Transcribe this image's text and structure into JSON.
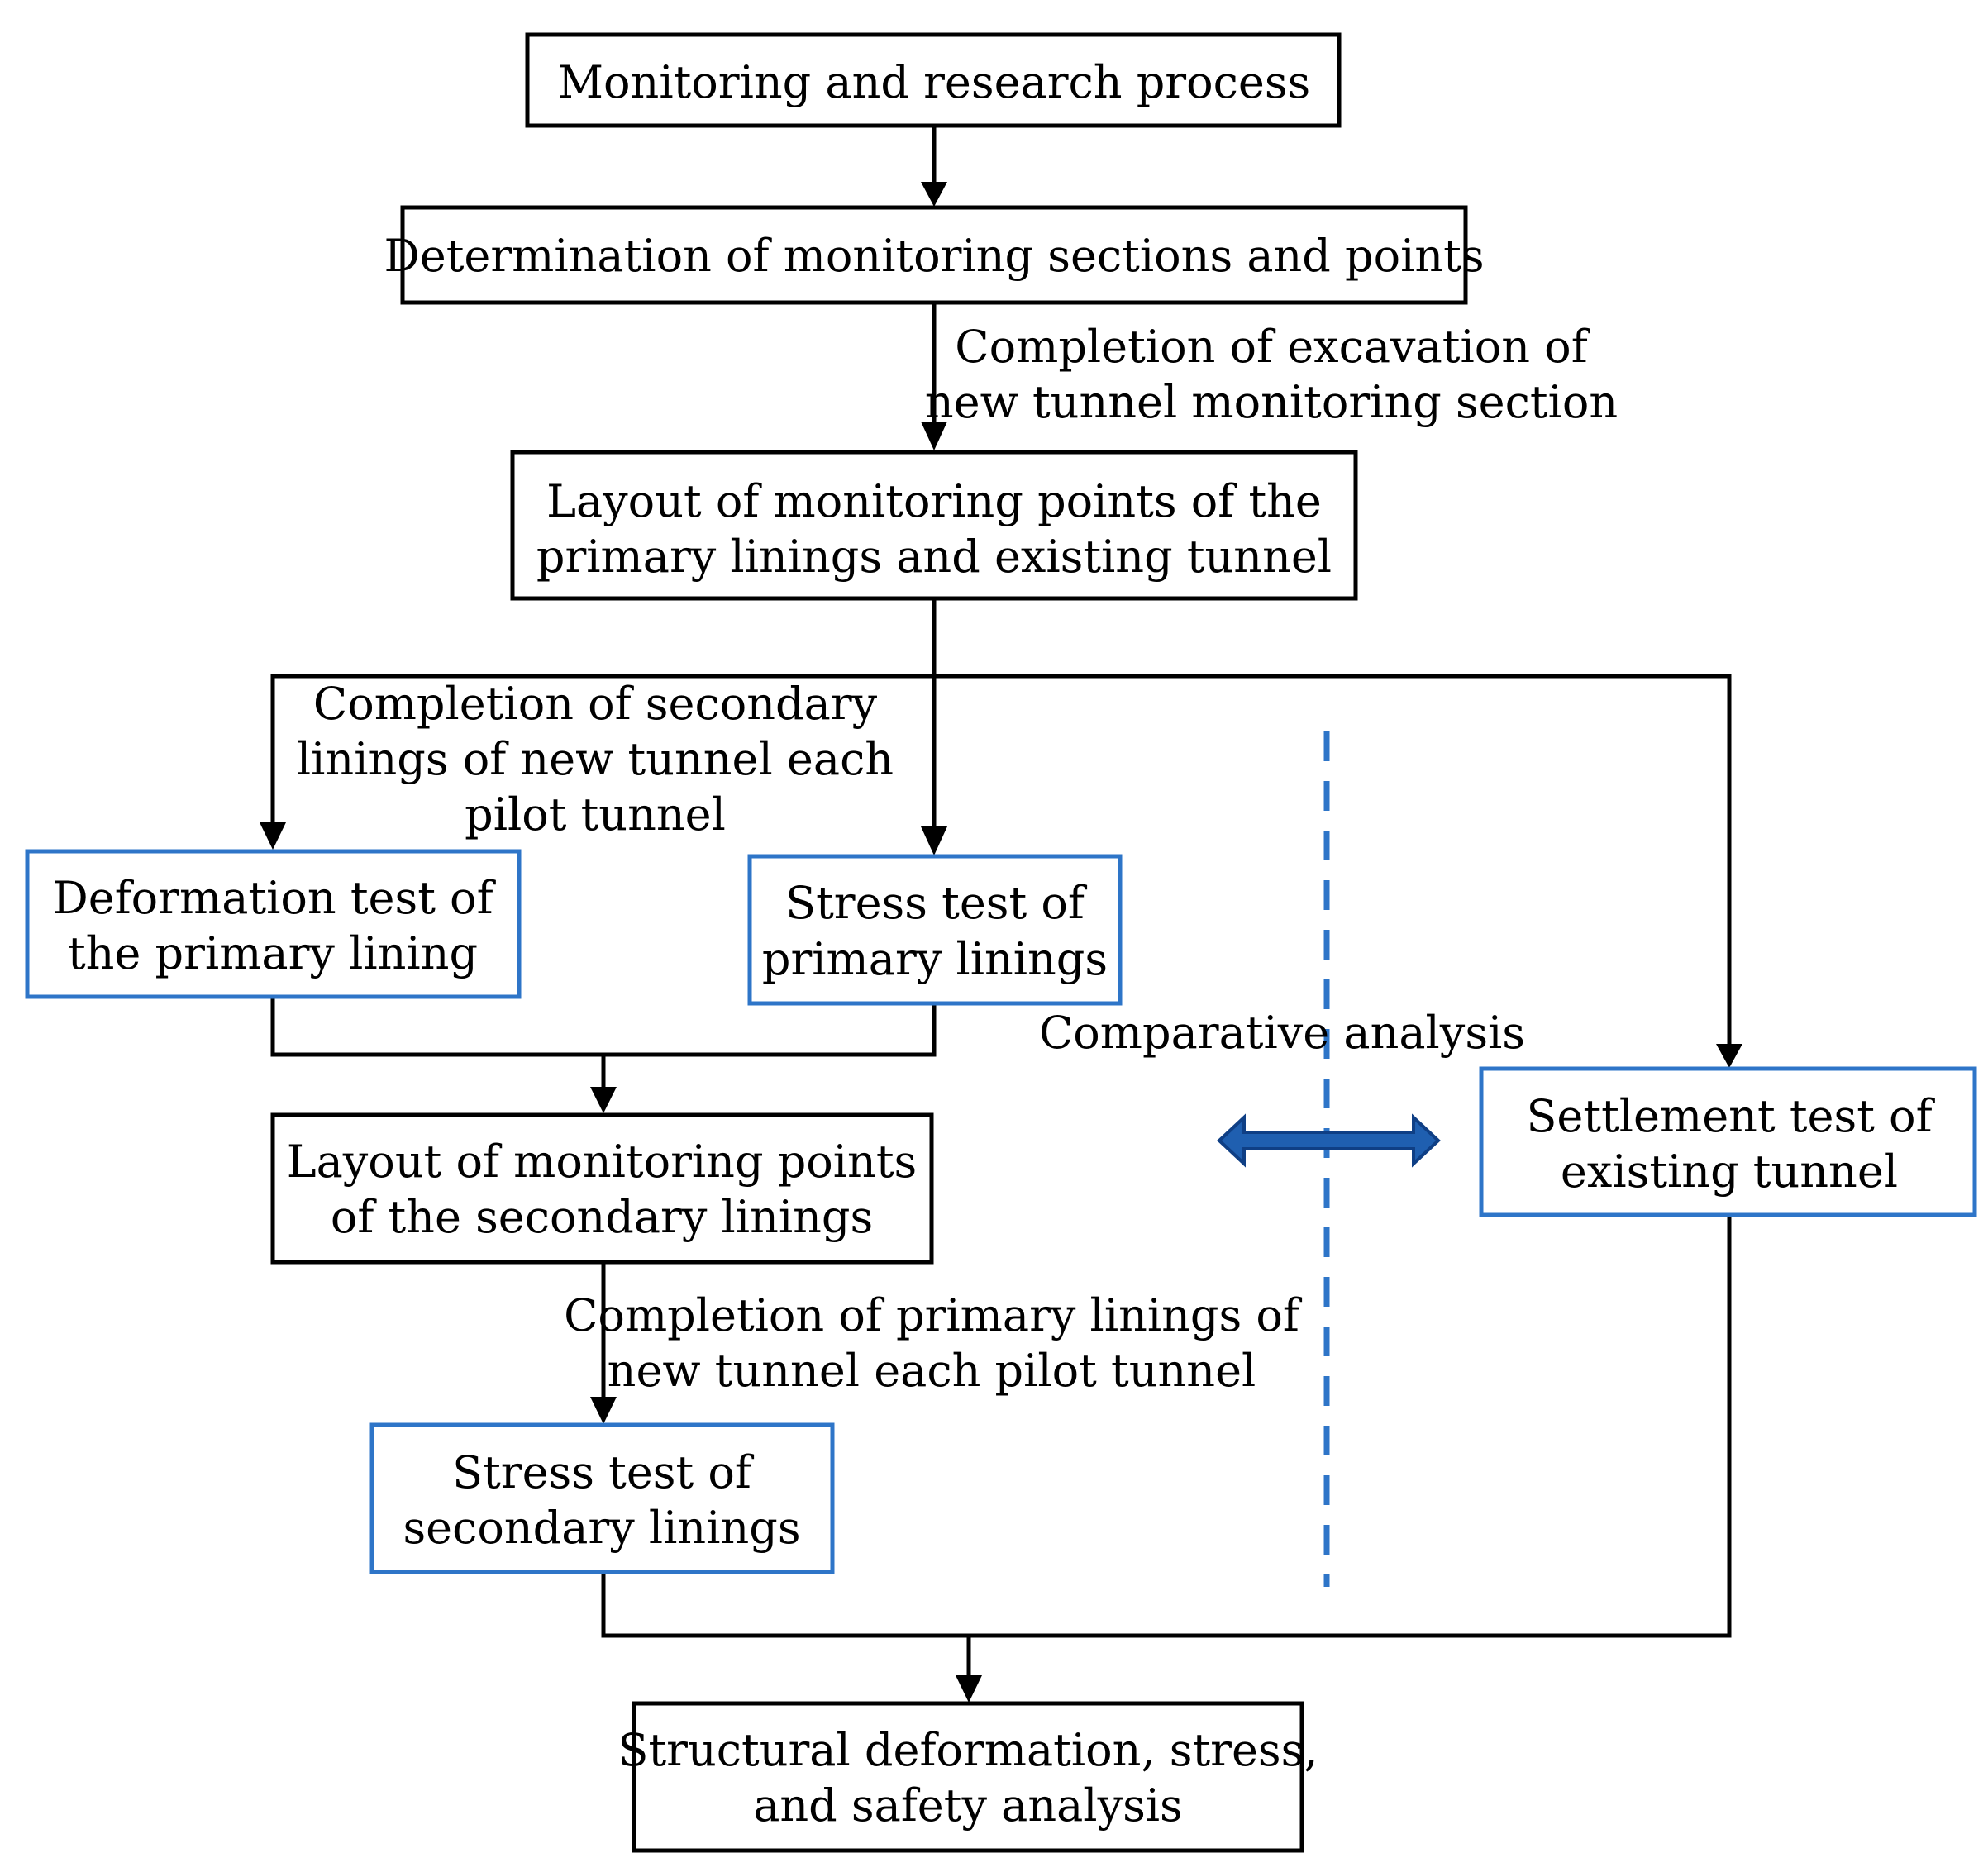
{
  "nodes": {
    "monitoring_process": {
      "lines": [
        "Monitoring and research process"
      ]
    },
    "determination": {
      "lines": [
        "Determination of monitoring sections and points"
      ]
    },
    "layout_primary": {
      "lines": [
        "Layout of monitoring points of the",
        "primary linings and existing tunnel"
      ]
    },
    "deformation_test": {
      "lines": [
        "Deformation test of",
        "the primary lining"
      ]
    },
    "stress_primary": {
      "lines": [
        "Stress test of",
        "primary linings"
      ]
    },
    "layout_secondary": {
      "lines": [
        "Layout of monitoring points",
        "of the secondary linings"
      ]
    },
    "stress_secondary": {
      "lines": [
        "Stress test of",
        "secondary linings"
      ]
    },
    "settlement_test": {
      "lines": [
        "Settlement test of",
        "existing tunnel"
      ]
    },
    "structural_analysis": {
      "lines": [
        "Structural deformation, stress,",
        "and safety analysis"
      ]
    }
  },
  "edge_labels": {
    "excavation": [
      "Completion of excavation of",
      "new tunnel monitoring section"
    ],
    "secondary_completion": [
      "Completion of secondary",
      "linings of new tunnel each",
      "pilot tunnel"
    ],
    "primary_completion": [
      "Completion of primary linings of",
      "new tunnel each pilot tunnel"
    ],
    "comparative": [
      "Comparative analysis"
    ]
  },
  "colors": {
    "black_box": "#000000",
    "blue_box": "#2e75c8",
    "divider": "#2e75c8",
    "double_arrow": "#1f5fb0"
  }
}
